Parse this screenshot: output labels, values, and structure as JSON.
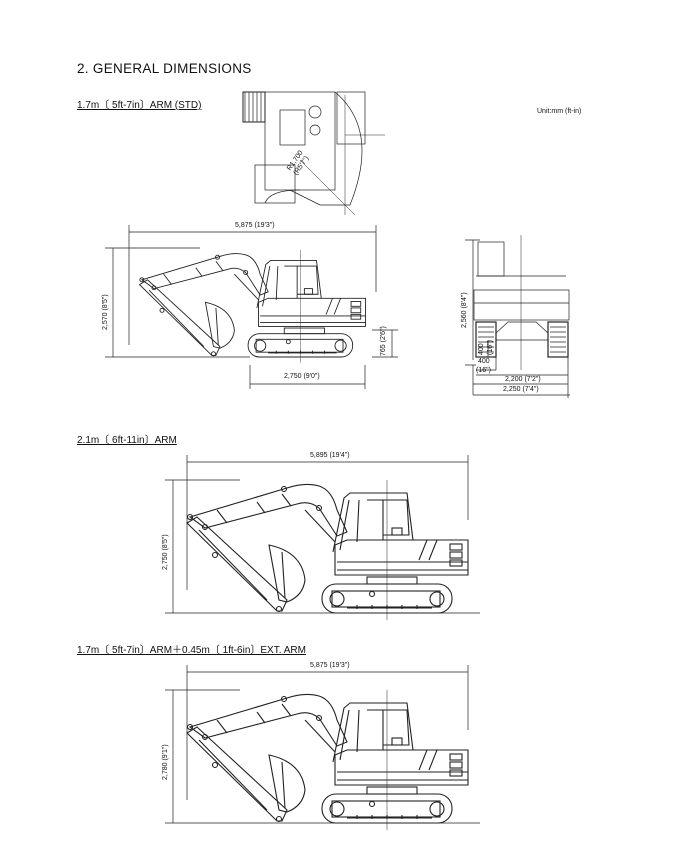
{
  "heading": "2.  GENERAL DIMENSIONS",
  "unit_note": "Unit:mm (ft-in)",
  "sections": [
    {
      "title": "1.7m〔 5ft-7in〕ARM (STD)",
      "overall_length": "5,875 (19'3\")",
      "overall_height": "2,570 (8'5\")",
      "track_length": "2,750 (9'0\")",
      "track_height": "765 (2'6\")",
      "tail_radius": "R1,700",
      "tail_radius_ft": "(R5'7\")",
      "front_height": "2,560 (8'4\")",
      "ground_clearance": "400",
      "ground_clearance_ft": "(16\")",
      "shoe_width": "400",
      "shoe_width_ft": "(16\")",
      "track_gauge": "2,200 (7'2\")",
      "overall_width": "2,250 (7'4\")"
    },
    {
      "title": "2.1m〔 6ft-11in〕ARM",
      "overall_length": "5,895 (19'4\")",
      "overall_height": "2,750 (8'5\")"
    },
    {
      "title": "1.7m〔 5ft-7in〕ARM＋0.45m〔 1ft-6in〕EXT. ARM",
      "overall_length": "5,875 (19'3\")",
      "overall_height": "2,780 (9'1\")"
    }
  ]
}
